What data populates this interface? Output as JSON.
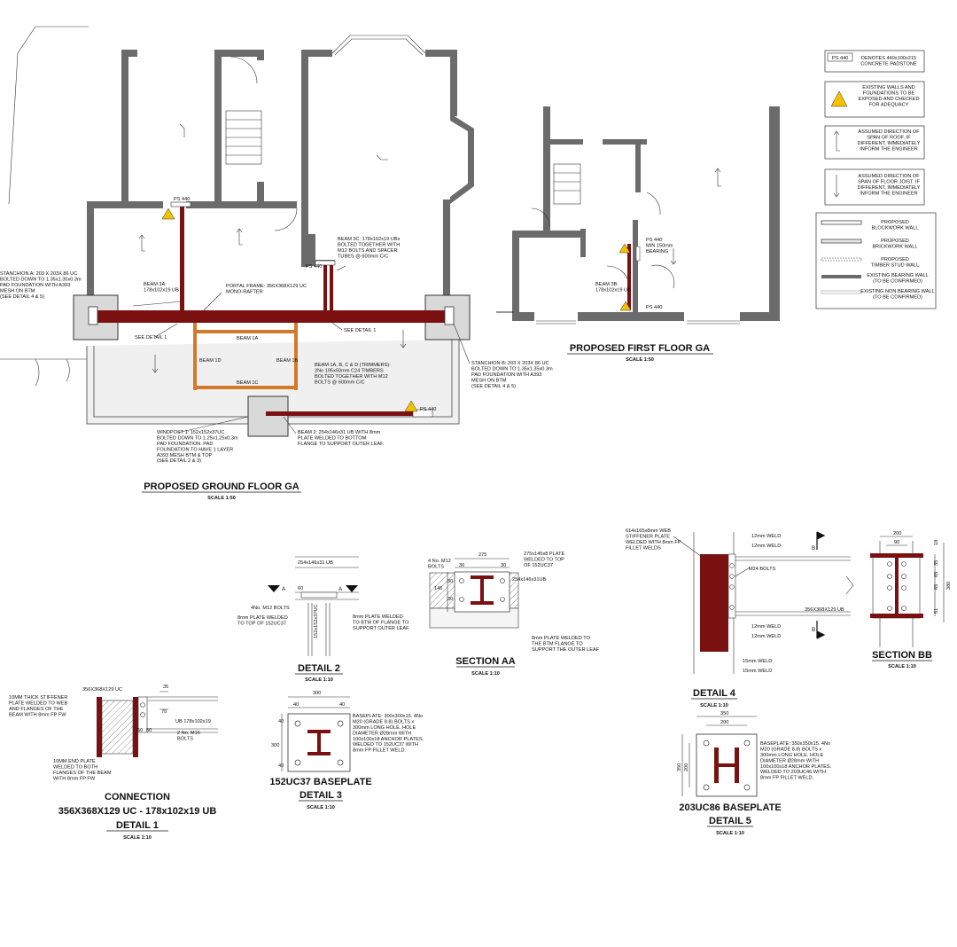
{
  "legend": {
    "padstone": {
      "code": "PS 440",
      "text": "DENOTES 440x100x215\nCONCRETE PADSTONE"
    },
    "warning": "EXISTING WALLS AND\nFOUNDATIONS TO BE\nEXPOSED AND CHECKED\nFOR ADEQUACY",
    "roof_span": "ASSUMED DIRECTION OF\nSPAN OF ROOF. IF\nDIFFERENT, IMMEDIATELY\nINFORM THE ENGINEER",
    "floor_span": "ASSUMED DIRECTION OF\nSPAN OF FLOOR JOIST. IF\nDIFFERENT, IMMEDIATELY\nINFORM THE ENGINEER",
    "walls": [
      "PROPOSED\nBLOCKWORK WALL",
      "PROPOSED\nBRICKWORK WALL",
      "PROPOSED\nTIMBER STUD WALL",
      "EXISTING BEARING WALL\n(TO BE CONFIRMED)",
      "EXISTING NON BEARING WALL\n(TO BE CONFIRMED)"
    ]
  },
  "ground_floor": {
    "title": "PROPOSED GROUND FLOOR GA",
    "scale": "SCALE 1:50",
    "ps_labels": [
      "PS 440",
      "PS 440",
      "PS 440"
    ],
    "notes": {
      "stanchion_a": "STANCHION A: 203 X 203X 86 UC\nBOLTED DOWN TO 1.35x1.35x0.3m\nPAD FOUNDATION WITH A393\nMESH ON BTM\n(SEE DETAIL 4 & 5)",
      "beam_3a": "BEAM 3A:\n178x102x19 UB",
      "portal_frame": "PORTAL FRAME: 356X368X129 UC\nMONO-RAFTER",
      "beam_3c": "BEAM 3C: 178x102x19 UBs\nBOLTED TOGETHER WITH\nM12 BOLTS AND SPACER\nTUBES @ 600mm C/C",
      "see_detail_1a": "SEE DETAIL 1",
      "see_detail_1b": "SEE DETAIL 1",
      "beam_1a": "BEAM 1A",
      "beam_1b": "BEAM 1B",
      "beam_1c": "BEAM 1C",
      "beam_1d": "BEAM 1D",
      "trimmers": "BEAM 1A, B, C & D (TRIMMERS):\n2No 195x50mm C24 TIMBERS\nBOLTED TOGETHER WITH M12\nBOLTS @ 600mm C/C",
      "stanchion_b": "STANCHION B: 203 X 203X 86 UC\nBOLTED DOWN TO 1.35x1.35x0.3m\nPAD FOUNDATION WITH A393\nMESH ON BTM\n(SEE DETAIL 4 & 5)",
      "windpost": "WINDPOST 1: 152x152x37UC\nBOLTED DOWN TO 1.25x1.25x0.3m\nPAD FOUNDATION. PAD\nFOUNDATION TO HAVE 1 LAYER\nA393 MESH BTM & TOP\n(SEE DETAIL 2 & 3)",
      "beam_2": "BEAM 2: 254x146x31 UB WITH 8mm\nPLATE WELDED TO BOTTOM\nFLANGE TO SUPPORT OUTER LEAF."
    }
  },
  "first_floor": {
    "title": "PROPOSED FIRST FLOOR GA",
    "scale": "SCALE 1:50",
    "ps_top": "PS 440\nMIN 150mm\nBEARING",
    "beam_3b": "BEAM 3B:\n178x102x19 UB",
    "ps_bottom": "PS 440"
  },
  "detail1": {
    "title1": "CONNECTION",
    "title2": "356X368X129 UC - 178x102x19 UB",
    "title3": "DETAIL 1",
    "scale": "SCALE 1:10",
    "col_label": "356X368X129 UC",
    "stiffener": "10MM THICK STIFFENER\nPLATE WELDED TO WEB\nAND FLANGES OF THE\nBEAM WITH 8mm FP FW",
    "end_plate": "10MM END PLATE\nWELDED TO BOTH\nFLANGES OF THE BEAM\nWITH 8mm FP FW",
    "beam_label": "UB 178x102x19",
    "bolts": "2 No. M16\nBOLTS",
    "dims": [
      "35",
      "70",
      "50",
      "50"
    ]
  },
  "detail2": {
    "title": "DETAIL 2",
    "scale": "SCALE 1:10",
    "beam": "254x146x31 UB",
    "bolts": "4No. M12 BOLTS",
    "plate_top": "8mm PLATE WELDED\nTO TOP OF 152UC37",
    "plate_btm": "8mm PLATE WELDED\nTO BTM OF FLANGE TO\nSUPPORT OUTER LEAF",
    "col": "152x152x37UC",
    "dim": "60",
    "marks": [
      "A",
      "A"
    ]
  },
  "detail3": {
    "title1": "152UC37 BASEPLATE",
    "title2": "DETAIL 3",
    "scale": "SCALE 1:10",
    "dims": [
      "300",
      "40",
      "40",
      "300",
      "40",
      "40"
    ],
    "note": "BASEPLATE: 300x300x15. 4No\nM20 (GRADE 8.8) BOLTS x\n300mm LONG HOLE. HOLE\nDIAMETER Ø28mm WITH\n100x100x18 ANCHOR PLATES.\nWELDED TO 152UC37 WITH\n8mm FP FILLET WELD."
  },
  "section_aa": {
    "title": "SECTION AA",
    "scale": "SCALE 1:10",
    "bolts": "4 No. M12\nBOLTS",
    "plate": "275x145x8 PLATE\nWELDED TO TOP\nOF 152UC37",
    "beam": "254x146x31UB",
    "btm_plate": "8mm PLATE WELDED TO\nTHE BTM FLANGE TO\nSUPPORT THE OUTER LEAF",
    "dims": [
      "275",
      "30",
      "30",
      "145",
      "30",
      "30"
    ]
  },
  "detail4": {
    "title": "DETAIL 4",
    "scale": "SCALE 1:10",
    "stiffener": "614x165x8mm WEB\nSTIFFENER PLATE\nWELDED WITH 8mm FP\nFILLET WELDS",
    "welds": [
      "12mm WELD",
      "12mm WELD",
      "12mm WELD",
      "12mm WELD",
      "15mm WELD",
      "15mm WELD"
    ],
    "bolts": "M24 BOLTS",
    "beam": "356X368X129 UB",
    "marks": [
      "B",
      "B"
    ]
  },
  "section_bb": {
    "title": "SECTION BB",
    "scale": "SCALE 1:10",
    "dims": [
      "200",
      "90",
      "18",
      "35",
      "65",
      "65",
      "380",
      "51"
    ]
  },
  "detail5": {
    "title1": "203UC86 BASEPLATE",
    "title2": "DETAIL 5",
    "scale": "SCALE 1:10",
    "dims": [
      "350",
      "200",
      "350",
      "200"
    ],
    "note": "BASEPLATE: 350x350x15. 4No\nM20 (GRADE 8.8) BOLTS x\n300mm LONG HOLE. HOLE\nDIAMETER Ø28mm WITH\n100x100x18 ANCHOR PLATES.\nWELDED TO 203UC46 WITH\n8mm FP FILLET WELD."
  },
  "colors": {
    "steel": "#7a1010",
    "timber": "#d4782a",
    "wall": "#6b6b6b",
    "warning": "#f2c200"
  }
}
